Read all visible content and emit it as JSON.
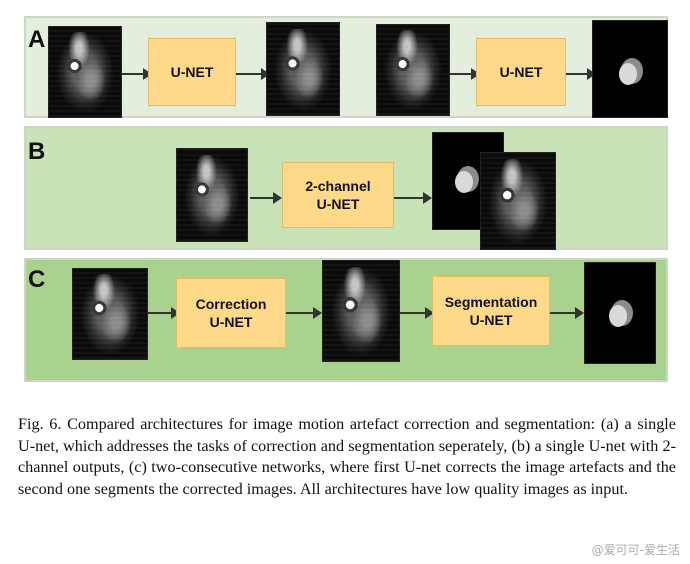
{
  "panels": {
    "a": {
      "letter": "A",
      "unet1": "U-NET",
      "unet2": "U-NET"
    },
    "b": {
      "letter": "B",
      "unet_line1": "2-channel",
      "unet_line2": "U-NET"
    },
    "c": {
      "letter": "C",
      "unet1_line1": "Correction",
      "unet1_line2": "U-NET",
      "unet2_line1": "Segmentation",
      "unet2_line2": "U-NET"
    }
  },
  "caption": "Fig. 6.   Compared architectures for image motion artefact correction and segmentation: (a) a single U-net, which addresses the tasks of correction and segmentation seperately, (b) a single U-net with 2-channel outputs, (c) two-consecutive networks, where first U-net corrects the image artefacts and the second one segments the corrected images. All architectures have low quality images as input.",
  "watermark": "@爱可可-爱生活",
  "colors": {
    "panel_a_bg": "#e3efdc",
    "panel_b_bg": "#c9e2b8",
    "panel_c_bg": "#a9d28e",
    "unet_box": "#ffd98a"
  }
}
